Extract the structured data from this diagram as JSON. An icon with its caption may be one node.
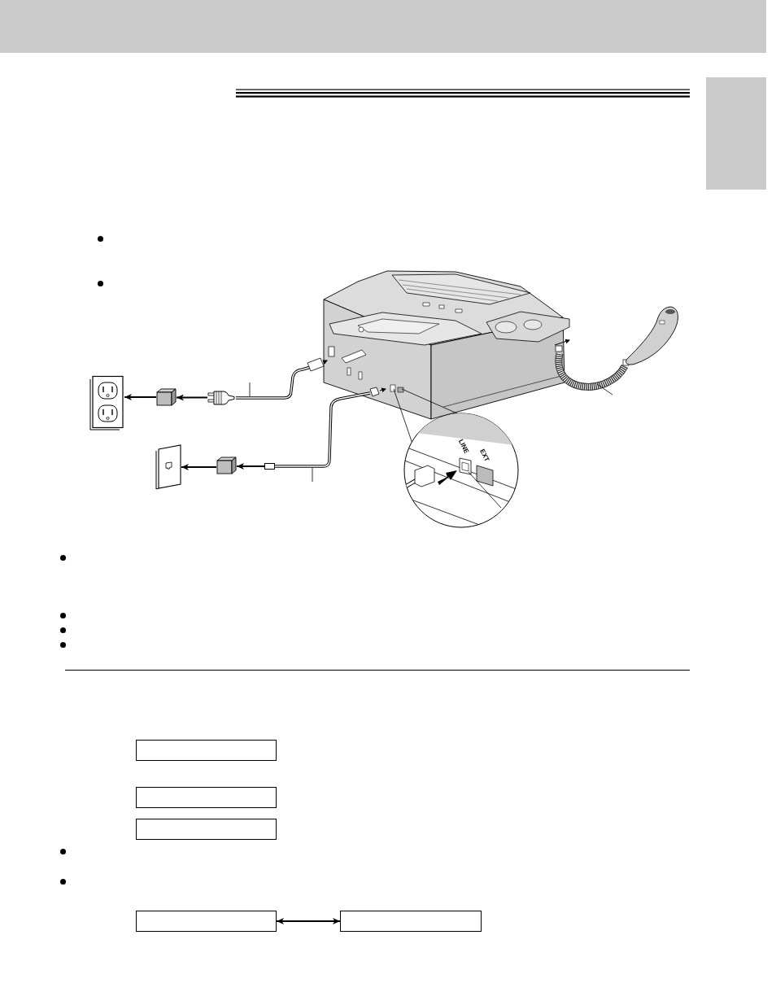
{
  "diagram": {
    "nodes": [
      {
        "text": [],
        "shape": "box"
      },
      {
        "text": [],
        "shape": "picture"
      },
      {
        "text": [],
        "shape": "box"
      },
      {
        "text": [],
        "shape": "picture"
      },
      {
        "text": [],
        "shape": "picture"
      },
      {
        "text": [],
        "shape": "box"
      },
      {
        "text": [],
        "shape": "box"
      },
      {
        "text": [],
        "shape": "box"
      },
      {
        "text": [],
        "shape": "box"
      },
      {
        "text": [],
        "shape": "box"
      },
      {
        "text": [],
        "shape": "box"
      },
      {
        "text": [],
        "shape": "box"
      }
    ],
    "edges": [
      {
        "from": 2,
        "to": 1,
        "arrow": "to"
      },
      {
        "from": 3,
        "to": 2,
        "arrow": "to"
      },
      {
        "from": 5,
        "to": 4,
        "arrow": "to"
      },
      {
        "from": 6,
        "to": 5,
        "arrow": "to"
      },
      {
        "from": 10,
        "to": 11,
        "arrow": "both"
      }
    ],
    "labels": [
      "LINE",
      "EXT"
    ]
  }
}
